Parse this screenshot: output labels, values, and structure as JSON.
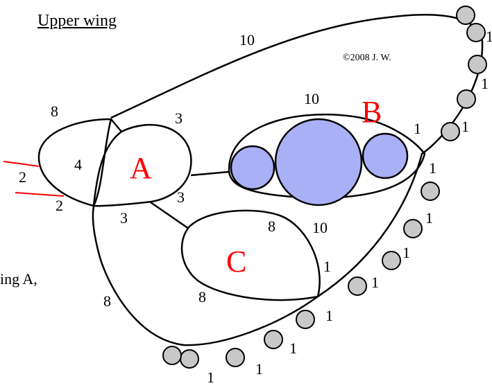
{
  "title": "Upper wing",
  "copyright": "©2008 J. W.",
  "side_text": "ing A,",
  "cell_labels": {
    "A": "A",
    "B": "B",
    "C": "C"
  },
  "colors": {
    "cell_label": "#ff0000",
    "stroke": "#000000",
    "cell_fill": "#aab0f5",
    "bead_fill": "#c8c8c8",
    "red_line": "#ff0000"
  },
  "edge_numbers": {
    "top_outer": "10",
    "b_top": "10",
    "b_bottom": "10",
    "left_top": "8",
    "a_left": "4",
    "left_out_upper": "2",
    "left_out_lower": "2",
    "a_top_right": "3",
    "a_right": "3",
    "a_bottom": "3",
    "c_top": "8",
    "c_bottom": "8",
    "c_right": "1",
    "bottom_left": "8",
    "b_right": "1",
    "right_top_1": "1",
    "right_top_2": "1",
    "right_mid_1": "1",
    "right_mid_2": "1",
    "right_mid_3": "1",
    "right_mid_4": "1",
    "right_low_1": "1",
    "right_low_2": "1",
    "right_low_3": "1",
    "bottom_1": "1",
    "bottom_2": "1"
  }
}
